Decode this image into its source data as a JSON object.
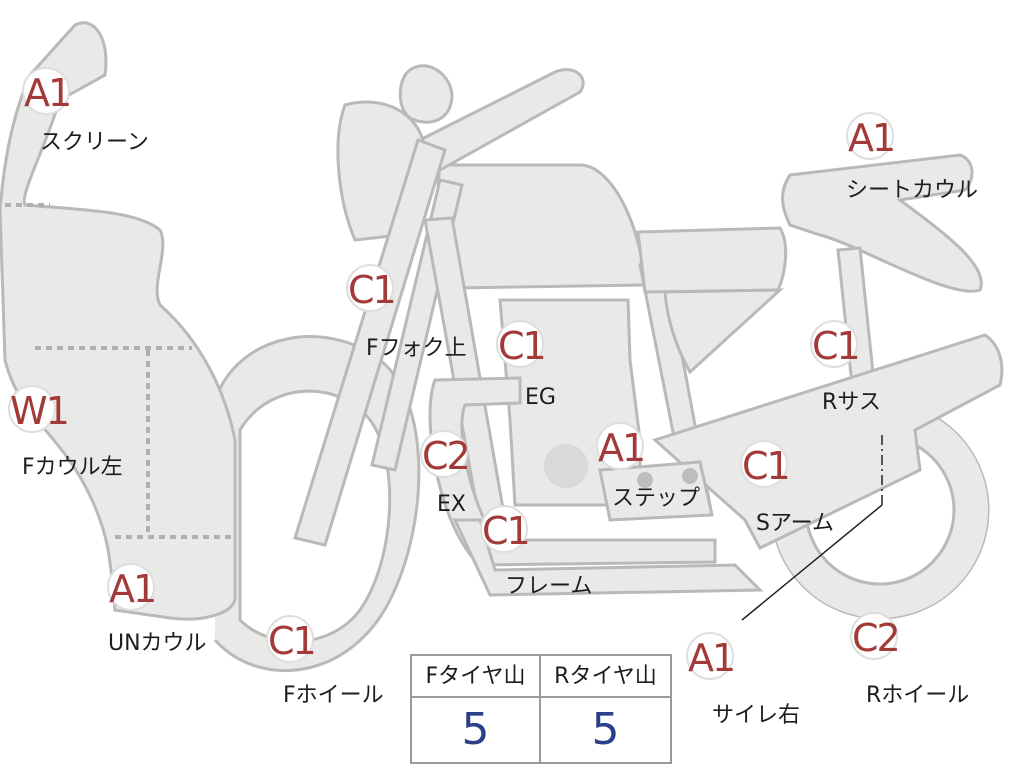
{
  "parts": [
    {
      "id": "screen",
      "grade": "A1",
      "label": "スクリーン"
    },
    {
      "id": "seat-cowl",
      "grade": "A1",
      "label": "シートカウル"
    },
    {
      "id": "f-fork-upper",
      "grade": "C1",
      "label": "Fフォク上"
    },
    {
      "id": "engine",
      "grade": "C1",
      "label": "EG"
    },
    {
      "id": "r-suspension",
      "grade": "C1",
      "label": "Rサス"
    },
    {
      "id": "f-cowl-left",
      "grade": "W1",
      "label": "Fカウル左"
    },
    {
      "id": "exhaust",
      "grade": "C2",
      "label": "EX"
    },
    {
      "id": "step",
      "grade": "A1",
      "label": "ステップ"
    },
    {
      "id": "s-arm",
      "grade": "C1",
      "label": "Sアーム"
    },
    {
      "id": "frame",
      "grade": "C1",
      "label": "フレーム"
    },
    {
      "id": "under-cowl",
      "grade": "A1",
      "label": "UNカウル"
    },
    {
      "id": "f-wheel",
      "grade": "C1",
      "label": "Fホイール"
    },
    {
      "id": "silencer-right",
      "grade": "A1",
      "label": "サイレ右"
    },
    {
      "id": "r-wheel",
      "grade": "C2",
      "label": "Rホイール"
    }
  ],
  "tire_table": {
    "front_header": "Fタイヤ山",
    "rear_header": "Rタイヤ山",
    "front_value": "5",
    "rear_value": "5"
  }
}
